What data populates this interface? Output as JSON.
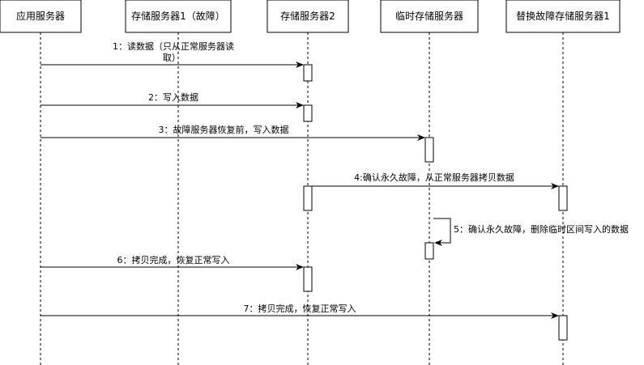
{
  "participants": [
    {
      "id": "app",
      "label": "应用服务器"
    },
    {
      "id": "s1",
      "label": "存储服务器1（故障）"
    },
    {
      "id": "s2",
      "label": "存储服务器2"
    },
    {
      "id": "tmp",
      "label": "临时存储服务器"
    },
    {
      "id": "rep",
      "label": "替换故障存储服务器1"
    }
  ],
  "messages": [
    {
      "from": "app",
      "to": "s2",
      "label_lines": [
        "1：读数据（只从正常服务器读",
        "取）"
      ]
    },
    {
      "from": "app",
      "to": "s2",
      "label_lines": [
        "2：写入数据"
      ]
    },
    {
      "from": "app",
      "to": "tmp",
      "label_lines": [
        "3：故障服务器恢复前，写入数据"
      ]
    },
    {
      "from": "s2",
      "to": "rep",
      "label_lines": [
        "4:确认永久故障，从正常服务器拷贝数据"
      ]
    },
    {
      "from": "tmp",
      "to": "tmp",
      "label_lines": [
        "5：确认永久故障，删除临时区间写入的数据"
      ]
    },
    {
      "from": "app",
      "to": "s2",
      "label_lines": [
        "6：拷贝完成，恢复正常写入"
      ]
    },
    {
      "from": "app",
      "to": "rep",
      "label_lines": [
        "7：拷贝完成，恢复正常写入"
      ]
    }
  ]
}
